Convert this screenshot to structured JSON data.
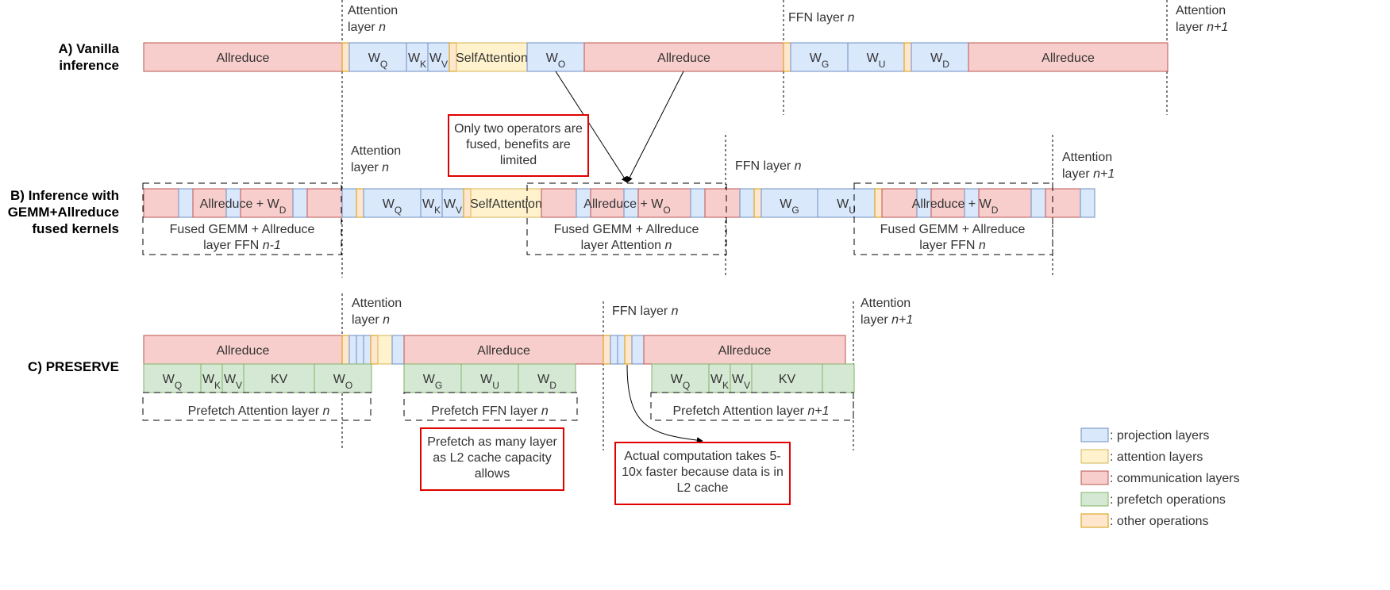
{
  "colors": {
    "projection": {
      "fill": "#dae8fc",
      "stroke": "#6c8ebf"
    },
    "attention": {
      "fill": "#fff2cc",
      "stroke": "#d6b656"
    },
    "communication": {
      "fill": "#f8cecc",
      "stroke": "#b85450"
    },
    "prefetch": {
      "fill": "#d5e8d4",
      "stroke": "#82b366"
    },
    "other": {
      "fill": "#ffe6cc",
      "stroke": "#d79b00"
    },
    "callout_border": "#e00000"
  },
  "rows": {
    "a": {
      "label": [
        "A) Vanilla",
        "inference"
      ]
    },
    "b": {
      "label": [
        "B) Inference with",
        "GEMM+Allreduce",
        "fused kernels"
      ]
    },
    "c": {
      "label": [
        "C) PRESERVE"
      ]
    }
  },
  "markers": {
    "a": [
      {
        "lines": [
          [
            {
              "t": "Attention"
            }
          ],
          [
            {
              "t": "layer "
            },
            {
              "t": "n",
              "i": true
            }
          ]
        ]
      },
      {
        "lines": [
          [
            {
              "t": "FFN layer "
            },
            {
              "t": "n",
              "i": true
            }
          ]
        ]
      },
      {
        "lines": [
          [
            {
              "t": "Attention"
            }
          ],
          [
            {
              "t": "layer "
            },
            {
              "t": "n+1",
              "i": true
            }
          ]
        ]
      }
    ],
    "b": [
      {
        "lines": [
          [
            {
              "t": "Attention"
            }
          ],
          [
            {
              "t": "layer "
            },
            {
              "t": "n",
              "i": true
            }
          ]
        ]
      },
      {
        "lines": [
          [
            {
              "t": "FFN layer "
            },
            {
              "t": "n",
              "i": true
            }
          ]
        ]
      },
      {
        "lines": [
          [
            {
              "t": "Attention"
            }
          ],
          [
            {
              "t": "layer "
            },
            {
              "t": "n+1",
              "i": true
            }
          ]
        ]
      }
    ],
    "c": [
      {
        "lines": [
          [
            {
              "t": "Attention"
            }
          ],
          [
            {
              "t": "layer "
            },
            {
              "t": "n",
              "i": true
            }
          ]
        ]
      },
      {
        "lines": [
          [
            {
              "t": "FFN layer "
            },
            {
              "t": "n",
              "i": true
            }
          ]
        ]
      },
      {
        "lines": [
          [
            {
              "t": "Attention"
            }
          ],
          [
            {
              "t": "layer "
            },
            {
              "t": "n+1",
              "i": true
            }
          ]
        ]
      }
    ]
  },
  "segments": {
    "a": [
      {
        "kind": "communication",
        "label": [
          {
            "t": "Allreduce"
          }
        ]
      },
      {
        "kind": "other",
        "label": []
      },
      {
        "kind": "projection",
        "label": [
          {
            "t": "W"
          },
          {
            "t": "Q",
            "sub": true
          }
        ]
      },
      {
        "kind": "projection",
        "label": [
          {
            "t": "W"
          },
          {
            "t": "K",
            "sub": true
          }
        ]
      },
      {
        "kind": "projection",
        "label": [
          {
            "t": "W"
          },
          {
            "t": "V",
            "sub": true
          }
        ]
      },
      {
        "kind": "other",
        "label": []
      },
      {
        "kind": "attention",
        "label": [
          {
            "t": "SelfAttention"
          }
        ]
      },
      {
        "kind": "projection",
        "label": [
          {
            "t": "W"
          },
          {
            "t": "O",
            "sub": true
          }
        ]
      },
      {
        "kind": "communication",
        "label": [
          {
            "t": "Allreduce"
          }
        ]
      },
      {
        "kind": "other",
        "label": []
      },
      {
        "kind": "projection",
        "label": [
          {
            "t": "W"
          },
          {
            "t": "G",
            "sub": true
          }
        ]
      },
      {
        "kind": "projection",
        "label": [
          {
            "t": "W"
          },
          {
            "t": "U",
            "sub": true
          }
        ]
      },
      {
        "kind": "other",
        "label": []
      },
      {
        "kind": "projection",
        "label": [
          {
            "t": "W"
          },
          {
            "t": "D",
            "sub": true
          }
        ]
      },
      {
        "kind": "communication",
        "label": [
          {
            "t": "Allreduce"
          }
        ]
      }
    ],
    "b": [
      {
        "kind": "communication",
        "label": []
      },
      {
        "kind": "projection",
        "label": []
      },
      {
        "kind": "communication",
        "label": []
      },
      {
        "kind": "projection",
        "label": []
      },
      {
        "kind": "communication",
        "label": []
      },
      {
        "kind": "projection",
        "label": []
      },
      {
        "kind": "communication",
        "label": []
      },
      {
        "kind": "projection",
        "label": []
      },
      {
        "kind": "other",
        "label": []
      },
      {
        "kind": "projection",
        "label": [
          {
            "t": "W"
          },
          {
            "t": "Q",
            "sub": true
          }
        ]
      },
      {
        "kind": "projection",
        "label": [
          {
            "t": "W"
          },
          {
            "t": "K",
            "sub": true
          }
        ]
      },
      {
        "kind": "projection",
        "label": [
          {
            "t": "W"
          },
          {
            "t": "V",
            "sub": true
          }
        ]
      },
      {
        "kind": "other",
        "label": []
      },
      {
        "kind": "attention",
        "label": [
          {
            "t": "SelfAttention"
          }
        ]
      },
      {
        "kind": "communication",
        "label": []
      },
      {
        "kind": "projection",
        "label": []
      },
      {
        "kind": "communication",
        "label": []
      },
      {
        "kind": "projection",
        "label": []
      },
      {
        "kind": "communication",
        "label": []
      },
      {
        "kind": "projection",
        "label": []
      },
      {
        "kind": "communication",
        "label": []
      },
      {
        "kind": "projection",
        "label": []
      },
      {
        "kind": "other",
        "label": []
      },
      {
        "kind": "projection",
        "label": [
          {
            "t": "W"
          },
          {
            "t": "G",
            "sub": true
          }
        ]
      },
      {
        "kind": "projection",
        "label": [
          {
            "t": "W"
          },
          {
            "t": "U",
            "sub": true
          }
        ]
      },
      {
        "kind": "other",
        "label": []
      },
      {
        "kind": "communication",
        "label": []
      },
      {
        "kind": "projection",
        "label": []
      },
      {
        "kind": "communication",
        "label": []
      },
      {
        "kind": "projection",
        "label": []
      },
      {
        "kind": "communication",
        "label": []
      },
      {
        "kind": "projection",
        "label": []
      },
      {
        "kind": "communication",
        "label": []
      },
      {
        "kind": "projection",
        "label": []
      }
    ],
    "b_fused_labels": [
      [
        {
          "t": "Allreduce + W"
        },
        {
          "t": "D",
          "sub": true
        }
      ],
      [
        {
          "t": "Allreduce + W"
        },
        {
          "t": "O",
          "sub": true
        }
      ],
      [
        {
          "t": "Allreduce + W"
        },
        {
          "t": "D",
          "sub": true
        }
      ]
    ],
    "c_top": [
      {
        "kind": "communication",
        "label": [
          {
            "t": "Allreduce"
          }
        ]
      },
      {
        "kind": "other",
        "label": []
      },
      {
        "kind": "projection",
        "label": []
      },
      {
        "kind": "projection",
        "label": []
      },
      {
        "kind": "projection",
        "label": []
      },
      {
        "kind": "other",
        "label": []
      },
      {
        "kind": "attention",
        "label": []
      },
      {
        "kind": "projection",
        "label": []
      },
      {
        "kind": "communication",
        "label": [
          {
            "t": "Allreduce"
          }
        ]
      },
      {
        "kind": "other",
        "label": []
      },
      {
        "kind": "projection",
        "label": []
      },
      {
        "kind": "projection",
        "label": []
      },
      {
        "kind": "other",
        "label": []
      },
      {
        "kind": "projection",
        "label": []
      },
      {
        "kind": "communication",
        "label": [
          {
            "t": "Allreduce"
          }
        ]
      }
    ],
    "c_bottom": [
      {
        "kind": "prefetch",
        "label": [
          {
            "t": "W"
          },
          {
            "t": "Q",
            "sub": true
          }
        ]
      },
      {
        "kind": "prefetch",
        "label": [
          {
            "t": "W"
          },
          {
            "t": "K",
            "sub": true
          }
        ]
      },
      {
        "kind": "prefetch",
        "label": [
          {
            "t": "W"
          },
          {
            "t": "V",
            "sub": true
          }
        ]
      },
      {
        "kind": "prefetch",
        "label": [
          {
            "t": "KV"
          }
        ]
      },
      {
        "kind": "prefetch",
        "label": [
          {
            "t": "W"
          },
          {
            "t": "O",
            "sub": true
          }
        ]
      },
      {
        "kind": "prefetch",
        "label": [
          {
            "t": "W"
          },
          {
            "t": "G",
            "sub": true
          }
        ]
      },
      {
        "kind": "prefetch",
        "label": [
          {
            "t": "W"
          },
          {
            "t": "U",
            "sub": true
          }
        ]
      },
      {
        "kind": "prefetch",
        "label": [
          {
            "t": "W"
          },
          {
            "t": "D",
            "sub": true
          }
        ]
      },
      {
        "kind": "prefetch",
        "label": [
          {
            "t": "W"
          },
          {
            "t": "Q",
            "sub": true
          }
        ]
      },
      {
        "kind": "prefetch",
        "label": [
          {
            "t": "W"
          },
          {
            "t": "K",
            "sub": true
          }
        ]
      },
      {
        "kind": "prefetch",
        "label": [
          {
            "t": "W"
          },
          {
            "t": "V",
            "sub": true
          }
        ]
      },
      {
        "kind": "prefetch",
        "label": [
          {
            "t": "KV"
          }
        ]
      },
      {
        "kind": "prefetch",
        "label": []
      }
    ]
  },
  "groups": {
    "b": [
      {
        "lines": [
          [
            {
              "t": "Fused GEMM + Allreduce"
            }
          ],
          [
            {
              "t": "layer FFN "
            },
            {
              "t": "n-1",
              "i": true
            }
          ]
        ]
      },
      {
        "lines": [
          [
            {
              "t": "Fused GEMM + Allreduce"
            }
          ],
          [
            {
              "t": "layer Attention "
            },
            {
              "t": "n",
              "i": true
            }
          ]
        ]
      },
      {
        "lines": [
          [
            {
              "t": "Fused GEMM + Allreduce"
            }
          ],
          [
            {
              "t": "layer FFN "
            },
            {
              "t": "n",
              "i": true
            }
          ]
        ]
      }
    ],
    "c": [
      {
        "lines": [
          [
            {
              "t": "Prefetch Attention layer "
            },
            {
              "t": "n",
              "i": true
            }
          ]
        ]
      },
      {
        "lines": [
          [
            {
              "t": "Prefetch FFN layer "
            },
            {
              "t": "n",
              "i": true
            }
          ]
        ]
      },
      {
        "lines": [
          [
            {
              "t": "Prefetch Attention layer "
            },
            {
              "t": "n+1",
              "i": true
            }
          ]
        ]
      }
    ]
  },
  "callouts": [
    {
      "lines": [
        "Only two operators are",
        "fused, benefits are",
        "limited"
      ]
    },
    {
      "lines": [
        "Prefetch as many layer",
        "as L2 cache capacity",
        "allows"
      ]
    },
    {
      "lines": [
        "Actual computation takes 5-",
        "10x faster because data is in",
        "L2 cache"
      ]
    }
  ],
  "legend": [
    {
      "kind": "projection",
      "label": ": projection layers"
    },
    {
      "kind": "attention",
      "label": ": attention layers"
    },
    {
      "kind": "communication",
      "label": ": communication layers"
    },
    {
      "kind": "prefetch",
      "label": ": prefetch operations"
    },
    {
      "kind": "other",
      "label": ": other operations"
    }
  ]
}
